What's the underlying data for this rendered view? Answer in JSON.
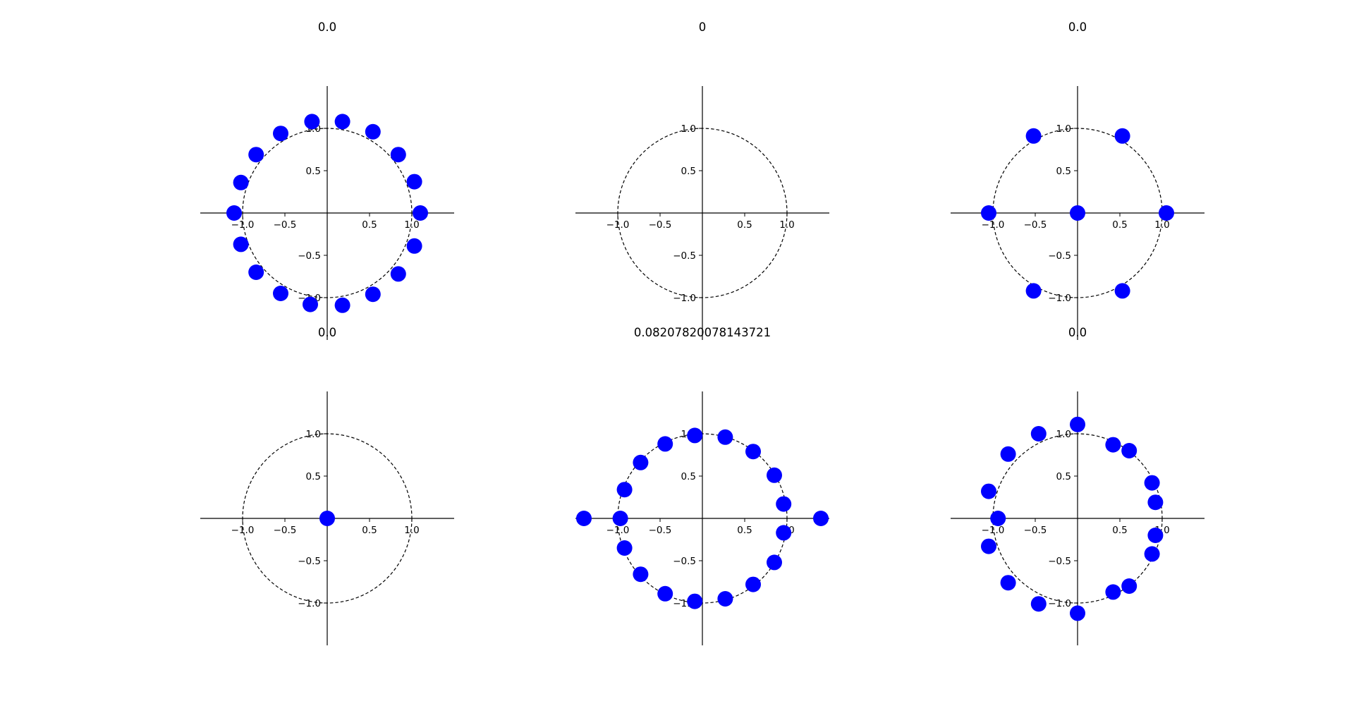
{
  "figure": {
    "background": "#ffffff",
    "axis_color": "#000000",
    "circle_style": "dashed",
    "point_color": "#0000ff"
  },
  "chart_data": [
    {
      "type": "scatter",
      "title": "0.0",
      "xlim": [
        -1.5,
        1.5
      ],
      "ylim": [
        -1.5,
        1.5
      ],
      "xticks": [
        "−1.0",
        "−0.5",
        "0.5",
        "1.0"
      ],
      "yticks": [
        "1.0",
        "0.5",
        "−0.5",
        "−1.0"
      ],
      "unit_circle_radius": 1.0,
      "points": [
        [
          1.1,
          0.0
        ],
        [
          1.03,
          0.37
        ],
        [
          0.84,
          0.69
        ],
        [
          0.54,
          0.96
        ],
        [
          0.18,
          1.08
        ],
        [
          -0.18,
          1.08
        ],
        [
          -0.55,
          0.94
        ],
        [
          -0.84,
          0.69
        ],
        [
          -1.02,
          0.36
        ],
        [
          -1.1,
          0.0
        ],
        [
          -1.02,
          -0.37
        ],
        [
          -0.84,
          -0.7
        ],
        [
          -0.55,
          -0.95
        ],
        [
          -0.2,
          -1.08
        ],
        [
          0.18,
          -1.09
        ],
        [
          0.54,
          -0.96
        ],
        [
          0.84,
          -0.72
        ],
        [
          1.03,
          -0.39
        ]
      ]
    },
    {
      "type": "scatter",
      "title": "0",
      "xlim": [
        -1.5,
        1.5
      ],
      "ylim": [
        -1.5,
        1.5
      ],
      "xticks": [
        "−1.0",
        "−0.5",
        "0.5",
        "1.0"
      ],
      "yticks": [
        "1.0",
        "0.5",
        "−0.5",
        "−1.0"
      ],
      "unit_circle_radius": 1.0,
      "points": []
    },
    {
      "type": "scatter",
      "title": "0.0",
      "xlim": [
        -1.5,
        1.5
      ],
      "ylim": [
        -1.5,
        1.5
      ],
      "xticks": [
        "−1.0",
        "−0.5",
        "0.5",
        "1.0"
      ],
      "yticks": [
        "1.0",
        "0.5",
        "−0.5",
        "−1.0"
      ],
      "unit_circle_radius": 1.0,
      "points": [
        [
          0.0,
          0.0
        ],
        [
          1.05,
          0.0
        ],
        [
          0.53,
          0.91
        ],
        [
          -0.52,
          0.91
        ],
        [
          -1.05,
          0.0
        ],
        [
          -0.52,
          -0.92
        ],
        [
          0.53,
          -0.92
        ]
      ]
    },
    {
      "type": "scatter",
      "title": "0.0",
      "xlim": [
        -1.5,
        1.5
      ],
      "ylim": [
        -1.5,
        1.5
      ],
      "xticks": [
        "−1.0",
        "−0.5",
        "0.5",
        "1.0"
      ],
      "yticks": [
        "1.0",
        "0.5",
        "−0.5",
        "−1.0"
      ],
      "unit_circle_radius": 1.0,
      "points": [
        [
          0.0,
          0.0
        ]
      ]
    },
    {
      "type": "scatter",
      "title": "0.08207820078143721",
      "xlim": [
        -1.5,
        1.5
      ],
      "ylim": [
        -1.5,
        1.5
      ],
      "xticks": [
        "−1.0",
        "−0.5",
        "0.5",
        "1.0"
      ],
      "yticks": [
        "1.0",
        "0.5",
        "−0.5",
        "−1.0"
      ],
      "unit_circle_radius": 1.0,
      "points": [
        [
          1.4,
          0.0
        ],
        [
          0.96,
          0.17
        ],
        [
          0.85,
          0.51
        ],
        [
          0.6,
          0.79
        ],
        [
          0.27,
          0.96
        ],
        [
          -0.09,
          0.98
        ],
        [
          -0.44,
          0.88
        ],
        [
          -0.73,
          0.66
        ],
        [
          -0.92,
          0.34
        ],
        [
          -0.97,
          0.0
        ],
        [
          -1.4,
          0.0
        ],
        [
          -0.92,
          -0.35
        ],
        [
          -0.73,
          -0.66
        ],
        [
          -0.44,
          -0.89
        ],
        [
          -0.09,
          -0.98
        ],
        [
          0.27,
          -0.95
        ],
        [
          0.6,
          -0.78
        ],
        [
          0.85,
          -0.52
        ],
        [
          0.96,
          -0.17
        ]
      ]
    },
    {
      "type": "scatter",
      "title": "0.0",
      "xlim": [
        -1.5,
        1.5
      ],
      "ylim": [
        -1.5,
        1.5
      ],
      "xticks": [
        "−1.0",
        "−0.5",
        "0.5",
        "1.0"
      ],
      "yticks": [
        "1.0",
        "0.5",
        "−0.5",
        "−1.0"
      ],
      "unit_circle_radius": 1.0,
      "points": [
        [
          0.0,
          1.11
        ],
        [
          0.42,
          0.87
        ],
        [
          0.61,
          0.8
        ],
        [
          0.88,
          0.42
        ],
        [
          0.92,
          0.19
        ],
        [
          0.92,
          -0.2
        ],
        [
          0.88,
          -0.42
        ],
        [
          0.61,
          -0.8
        ],
        [
          0.42,
          -0.87
        ],
        [
          0.0,
          -1.12
        ],
        [
          -0.46,
          -1.01
        ],
        [
          -0.82,
          -0.76
        ],
        [
          -1.05,
          -0.33
        ],
        [
          -0.94,
          0.0
        ],
        [
          -1.05,
          0.32
        ],
        [
          -0.82,
          0.76
        ],
        [
          -0.46,
          1.0
        ]
      ]
    }
  ]
}
